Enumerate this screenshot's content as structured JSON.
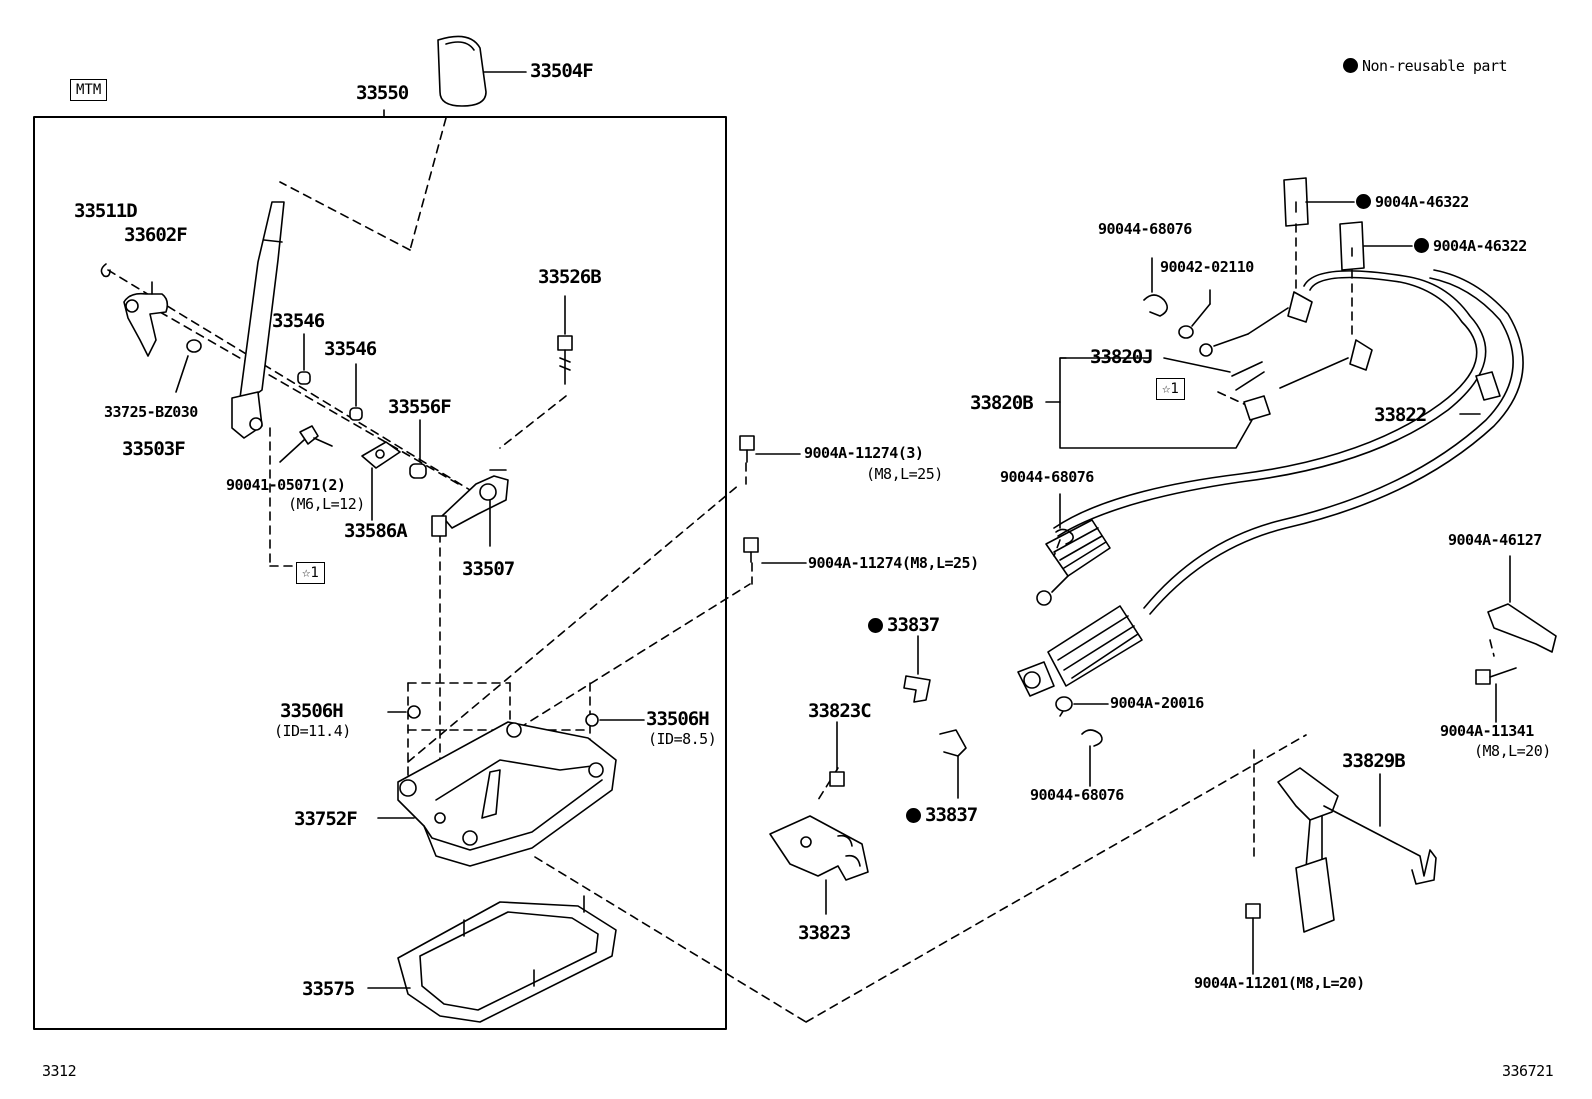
{
  "legend": {
    "marker_icon": "filled-circle-icon",
    "text": "Non-reusable part"
  },
  "model_tag": "MTM",
  "assembly_label": "33550",
  "footer": {
    "left": "3312",
    "right": "336721"
  },
  "star_ref": "☆1",
  "parts": {
    "p33504F": "33504F",
    "p33511D": "33511D",
    "p33602F": "33602F",
    "p33526B": "33526B",
    "p33546a": "33546",
    "p33546b": "33546",
    "p33556F": "33556F",
    "p33725": "33725-BZ030",
    "p33503F": "33503F",
    "p90041": "90041-05071(2)",
    "p90041_spec": "(M6,L=12)",
    "p33586A": "33586A",
    "p33507": "33507",
    "p33506Ha": "33506H",
    "p33506Ha_spec": "(ID=11.4)",
    "p33506Hb": "33506H",
    "p33506Hb_spec": "(ID=8.5)",
    "p33752F": "33752F",
    "p33575": "33575",
    "p9004A_11274_3": "9004A-11274(3)",
    "p9004A_11274_3_spec": "(M8,L=25)",
    "p9004A_11274": "9004A-11274(M8,L=25)",
    "p33837a": "33837",
    "p33837b": "33837",
    "p33823C": "33823C",
    "p33823": "33823",
    "p9004A_46322a": "9004A-46322",
    "p9004A_46322b": "9004A-46322",
    "p90044_68076a": "90044-68076",
    "p90042": "90042-02110",
    "p33820J": "33820J",
    "p33820B": "33820B",
    "p33822": "33822",
    "p90044_68076b": "90044-68076",
    "p9004A_46127": "9004A-46127",
    "p9004A_20016": "9004A-20016",
    "p90044_68076c": "90044-68076",
    "p9004A_11341": "9004A-11341",
    "p9004A_11341_spec": "(M8,L=20)",
    "p33829B": "33829B",
    "p9004A_11201": "9004A-11201(M8,L=20)"
  }
}
